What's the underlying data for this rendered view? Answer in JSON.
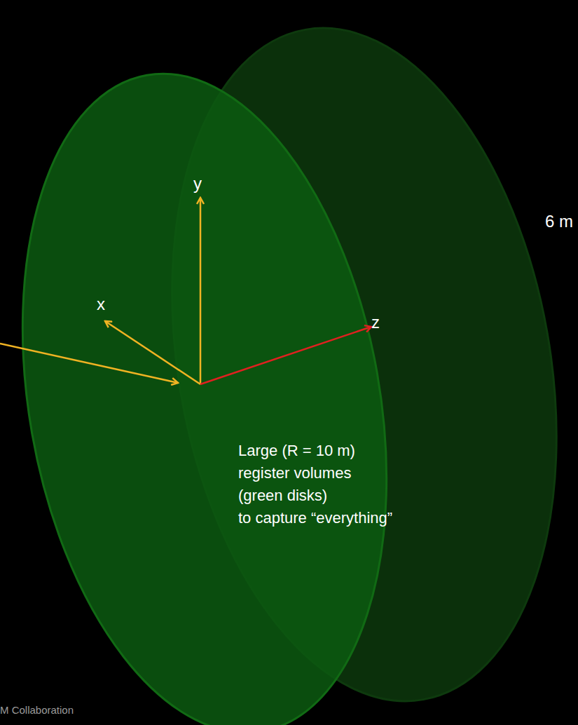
{
  "diagram": {
    "labels": [
      "y",
      "x",
      "z",
      "6 m",
      "Large (R = 10 m)",
      "register volumes",
      "(green disks)",
      "to capture “everything”",
      "M Collaboration"
    ]
  }
}
